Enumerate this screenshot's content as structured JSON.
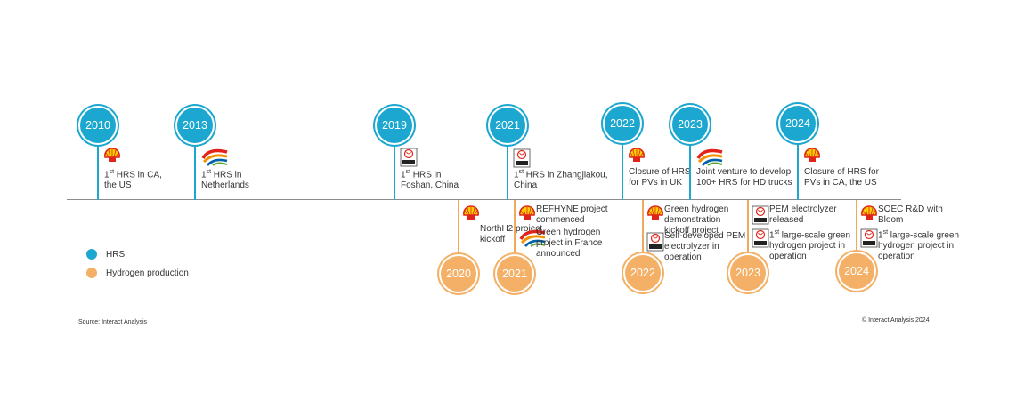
{
  "colors": {
    "hrs": "#1ba7cf",
    "hydrogen_production": "#f3b066"
  },
  "legend": {
    "hrs": "HRS",
    "hydrogen_production": "Hydrogen production"
  },
  "source": "Source: Interact Analysis",
  "copyright": "© Interact Analysis 2024",
  "hrs_events": [
    {
      "year": "2010",
      "logo": "shell-logo",
      "text1": "1st HRS in CA,",
      "text2": "the US"
    },
    {
      "year": "2013",
      "logo": "totalenergies-logo",
      "text1": "1st HRS in",
      "text2": "Netherlands"
    },
    {
      "year": "2019",
      "logo": "sinopec-logo",
      "text1": "1st HRS in",
      "text2": "Foshan, China"
    },
    {
      "year": "2021",
      "logo": "sinopec-logo",
      "text1": "1st HRS in Zhangjiakou,",
      "text2": "China"
    },
    {
      "year": "2022",
      "logo": "shell-logo",
      "text1": "Closure of HRS",
      "text2": "for PVs in UK"
    },
    {
      "year": "2023",
      "logo": "totalenergies-logo",
      "text1": "Joint venture to develop",
      "text2": "100+ HRS for HD trucks"
    },
    {
      "year": "2024",
      "logo": "shell-logo",
      "text1": "Closure of HRS for",
      "text2": "PVs in CA, the US"
    }
  ],
  "h2_events": [
    {
      "year": "2020",
      "items": [
        {
          "logo": "shell-logo",
          "lines": [
            "NorthH2 project",
            "kickoff"
          ]
        }
      ]
    },
    {
      "year": "2021",
      "items": [
        {
          "logo": "shell-logo",
          "lines": [
            "REFHYNE project",
            "commenced"
          ]
        },
        {
          "logo": "totalenergies-logo",
          "lines": [
            "Green hydrogen",
            "project in France",
            "announced"
          ]
        }
      ]
    },
    {
      "year": "2022",
      "items": [
        {
          "logo": "shell-logo",
          "lines": [
            "Green hydrogen",
            "demonstration",
            "kickoff project"
          ]
        },
        {
          "logo": "sinopec-logo",
          "lines": [
            "Self-developed PEM",
            "electrolyzer in",
            "operation"
          ]
        }
      ]
    },
    {
      "year": "2023",
      "items": [
        {
          "logo": "sinopec-logo",
          "lines": [
            "PEM electrolyzer",
            "released"
          ]
        },
        {
          "logo": "sinopec-logo",
          "lines": [
            "1st large-scale green",
            "hydrogen project in",
            "operation"
          ]
        }
      ]
    },
    {
      "year": "2024",
      "items": [
        {
          "logo": "shell-logo",
          "lines": [
            "SOEC R&D with",
            "Bloom"
          ]
        },
        {
          "logo": "sinopec-logo",
          "lines": [
            "1st large-scale green",
            "hydrogen project in",
            "operation"
          ]
        }
      ]
    }
  ]
}
